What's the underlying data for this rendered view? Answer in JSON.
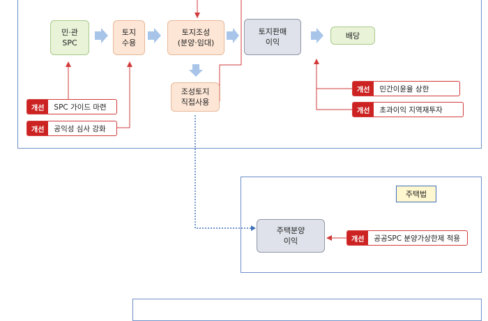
{
  "diagram": {
    "nodes": {
      "spc": "민·관\nSPC",
      "land_acquisition": "토지\n수용",
      "land_development": "토지조성\n(분양·임대)",
      "land_sale_profit": "토지판매\n이익",
      "dividend": "배당",
      "direct_use": "조성토지\n직접사용",
      "housing_sale_profit": "주택분양\n이익"
    },
    "notes": [
      {
        "badge": "개선",
        "text": "SPC 가이드 마련"
      },
      {
        "badge": "개선",
        "text": "공익성 심사 강화"
      },
      {
        "badge": "개선",
        "text": "민간이윤율 상한"
      },
      {
        "badge": "개선",
        "text": "초과이익 지역재투자"
      },
      {
        "badge": "개선",
        "text": "공공SPC 분양가상한제 적용"
      }
    ],
    "housing_law_label": "주택법",
    "colors": {
      "panel_border": "#6d8fc7",
      "note_border": "#d23a3a",
      "badge": "#cc2222",
      "arrow_light": "#a8c4e8",
      "arrow_dark": "#3d6fb8"
    }
  }
}
